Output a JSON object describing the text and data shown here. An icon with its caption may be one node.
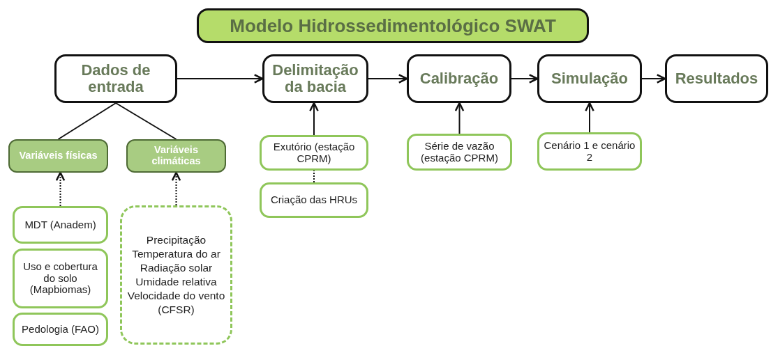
{
  "diagram": {
    "nodes": [
      {
        "text": [
          "Modelo Hidrossedimentológico SWAT"
        ]
      },
      {
        "text": [
          "Dados de entrada"
        ]
      },
      {
        "text": [
          "Delimitação da bacia"
        ]
      },
      {
        "text": [
          "Calibração"
        ]
      },
      {
        "text": [
          "Simulação"
        ]
      },
      {
        "text": [
          "Resultados"
        ]
      },
      {
        "text": [
          "Variáveis físicas"
        ]
      },
      {
        "text": [
          "Variáveis climáticas"
        ]
      },
      {
        "text": [
          "Exutório (estação CPRM)"
        ]
      },
      {
        "text": [
          "Criação das HRUs"
        ]
      },
      {
        "text": [
          "Série de vazão (estação CPRM)"
        ]
      },
      {
        "text": [
          "Cenário 1 e cenário 2"
        ]
      },
      {
        "text": [
          "MDT (Anadem)"
        ]
      },
      {
        "text": [
          "Uso e cobertura do solo (Mapbiomas)"
        ]
      },
      {
        "text": [
          "Pedologia (FAO)"
        ]
      },
      {
        "text": [
          "Precipitação Temperatura do ar Radiação solar Umidade relativa Velocidade do vento (CFSR)"
        ]
      }
    ],
    "edges": [
      {
        "from": 1,
        "to": 2,
        "arrow": "to"
      },
      {
        "from": 2,
        "to": 3,
        "arrow": "to"
      },
      {
        "from": 3,
        "to": 4,
        "arrow": "to"
      },
      {
        "from": 4,
        "to": 5,
        "arrow": "to"
      },
      {
        "from": 1,
        "to": 6,
        "arrow": "none"
      },
      {
        "from": 1,
        "to": 7,
        "arrow": "none"
      },
      {
        "from": 12,
        "to": 6,
        "arrow": "to",
        "style": "dashed"
      },
      {
        "from": 15,
        "to": 7,
        "arrow": "to",
        "style": "dashed"
      },
      {
        "from": 8,
        "to": 2,
        "arrow": "to"
      },
      {
        "from": 9,
        "to": 8,
        "arrow": "none",
        "style": "dashed"
      },
      {
        "from": 10,
        "to": 3,
        "arrow": "to"
      },
      {
        "from": 11,
        "to": 4,
        "arrow": "to"
      }
    ]
  }
}
